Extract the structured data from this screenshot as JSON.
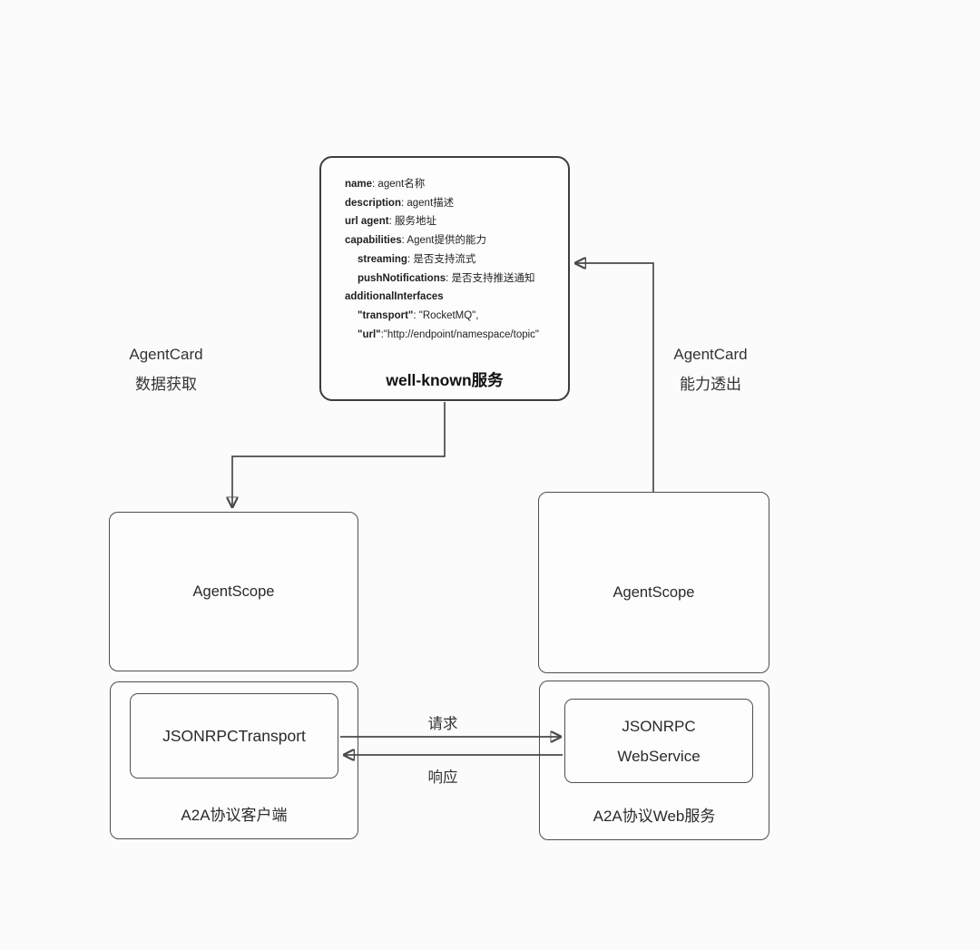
{
  "well_known": {
    "title": "well-known服务",
    "fields": [
      {
        "key": "name",
        "value": ": agent名称"
      },
      {
        "key": "description",
        "value": ": agent描述"
      },
      {
        "key": "url agent",
        "value": ": 服务地址"
      },
      {
        "key": "capabilities",
        "value": ": Agent提供的能力"
      },
      {
        "key": "streaming",
        "value": ": 是否支持流式"
      },
      {
        "key": "pushNotifications",
        "value": ": 是否支持推送通知"
      },
      {
        "key": "additionalInterfaces",
        "value": ""
      },
      {
        "key": "\"transport\"",
        "value": ": \"RocketMQ\","
      },
      {
        "key": "\"url\"",
        "value": ":\"http://endpoint/namespace/topic\""
      }
    ]
  },
  "left_label": {
    "line1": "AgentCard",
    "line2": "数据获取"
  },
  "right_label": {
    "line1": "AgentCard",
    "line2": "能力透出"
  },
  "client": {
    "agentscope_label": "AgentScope",
    "container_label": "A2A协议客户端",
    "transport_label": "JSONRPCTransport"
  },
  "server": {
    "agentscope_label": "AgentScope",
    "container_label": "A2A协议Web服务",
    "service_line1": "JSONRPC",
    "service_line2": "WebService"
  },
  "arrows": {
    "request_label": "请求",
    "response_label": "响应"
  },
  "colors": {
    "background": "#fbfbfb",
    "line": "#4a4a4a",
    "wellknown_border": "#3d3d3d",
    "box_border": "#4f4f4f",
    "text": "#222222"
  }
}
